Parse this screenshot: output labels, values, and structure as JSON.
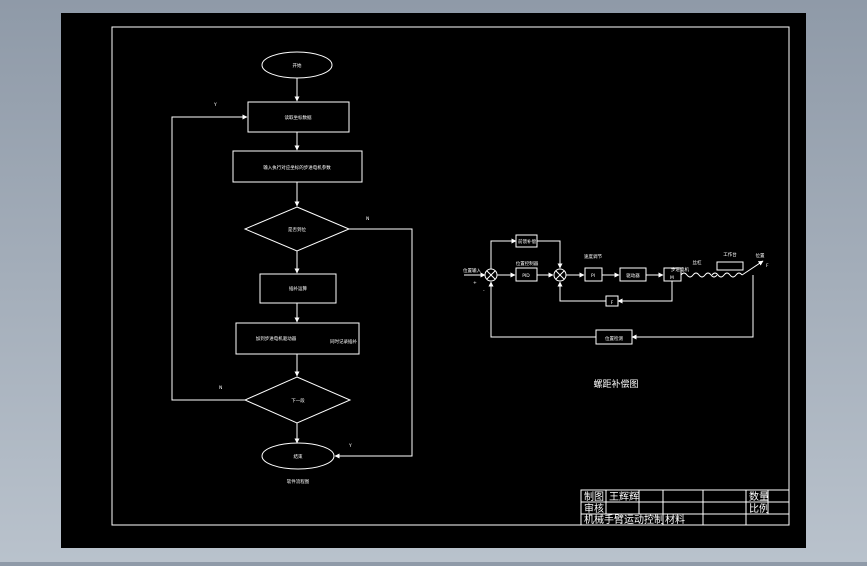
{
  "drawing": {
    "flowchart": {
      "start": "开始",
      "step1": "读取坐标数据",
      "step2": "输入执行对应坐标的步进电机参数",
      "decision1": "是否到位",
      "yes_label": "Y",
      "no_label": "N",
      "step3": "插补运算",
      "step4": "加到步进电机驱动器",
      "step4_note": "同时记录插补",
      "decision2": "下一段",
      "end": "结束",
      "caption": "软件流程图"
    },
    "block_diagram": {
      "input": "位置输入",
      "plus": "+",
      "minus": "-",
      "position_controller": "位置控制器",
      "pid": "PID",
      "feedforward": "前馈补偿",
      "speed_regulator": "速度调节",
      "speed_box": "PI",
      "driver": "驱动器",
      "motor": "步进电机",
      "motor_box": "M",
      "screw": "丝杠",
      "worktable": "工作台",
      "output": "位置",
      "speed_feedback": "F",
      "position_detect": "位置检测",
      "caption": "螺距补偿图"
    },
    "title_block": {
      "drawn_label": "制图",
      "drawn_name": "王辉辉",
      "checked_label": "审核",
      "qty_label": "数量",
      "scale_label": "比例",
      "title": "机械手臂运动控制",
      "material_label": "材料"
    }
  }
}
